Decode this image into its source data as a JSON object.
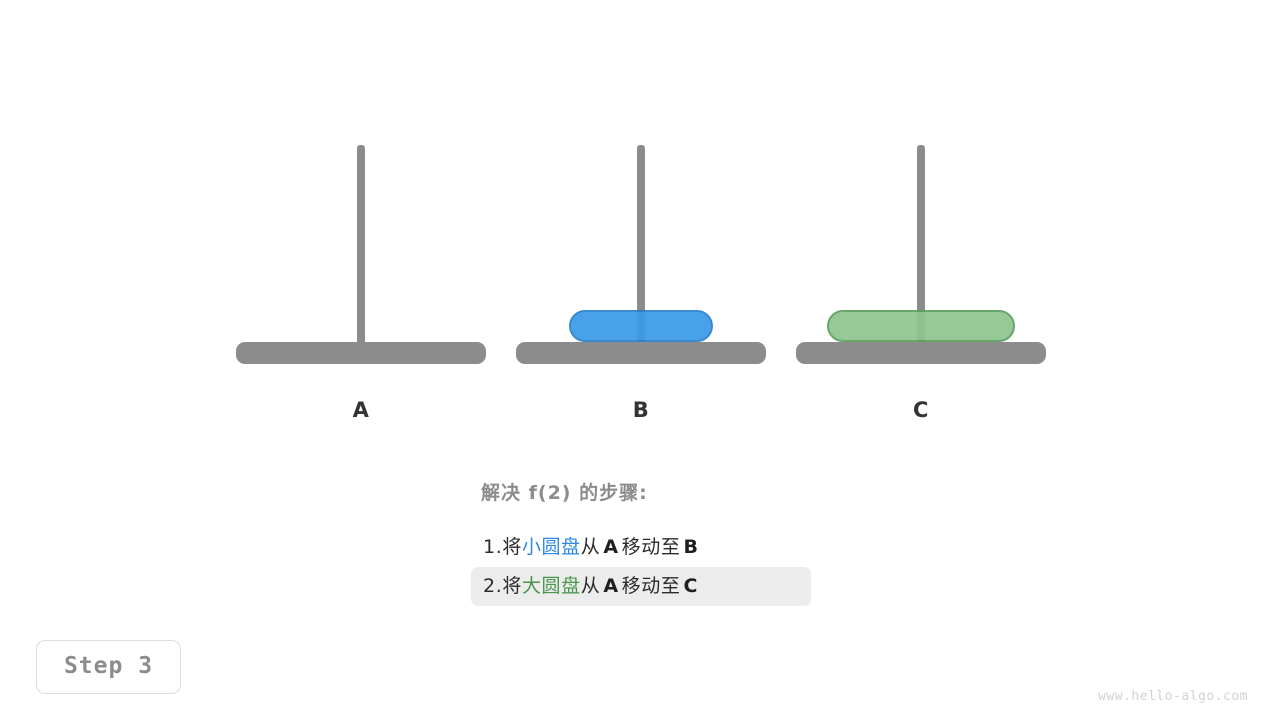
{
  "canvas": {
    "background": "#ffffff",
    "peg_color": "#8c8c8c",
    "base_color": "#8c8c8c"
  },
  "towers": [
    {
      "label": "A",
      "name": "tower-a",
      "disks": []
    },
    {
      "label": "B",
      "name": "tower-b",
      "disks": [
        {
          "size": "small",
          "fill": "#3a9ae8",
          "border": "#2981ca",
          "width": 144
        }
      ]
    },
    {
      "label": "C",
      "name": "tower-c",
      "disks": [
        {
          "size": "large",
          "fill": "#8ec490",
          "border": "#5ba05e",
          "width": 188
        }
      ]
    }
  ],
  "steps_panel": {
    "title": "解决 f(2) 的步骤:",
    "title_color": "#8c8c8c",
    "steps": [
      {
        "number": "1.",
        "verb": "将",
        "disk_word": "小圆盘",
        "disk_color": "#2e8ae0",
        "from_word": "从",
        "from_peg": "A",
        "move_word": "移动至",
        "to_peg": "B",
        "highlighted": false
      },
      {
        "number": "2.",
        "verb": "将",
        "disk_word": "大圆盘",
        "disk_color": "#49964c",
        "from_word": "从",
        "from_peg": "A",
        "move_word": "移动至",
        "to_peg": "C",
        "highlighted": true
      }
    ],
    "highlight_color": "#ececec"
  },
  "step_badge": {
    "label": "Step 3",
    "border_color": "#dcdcdc",
    "text_color": "#8c8c8c"
  },
  "watermark": {
    "text": "www.hello-algo.com",
    "color": "#d2d2d2"
  }
}
